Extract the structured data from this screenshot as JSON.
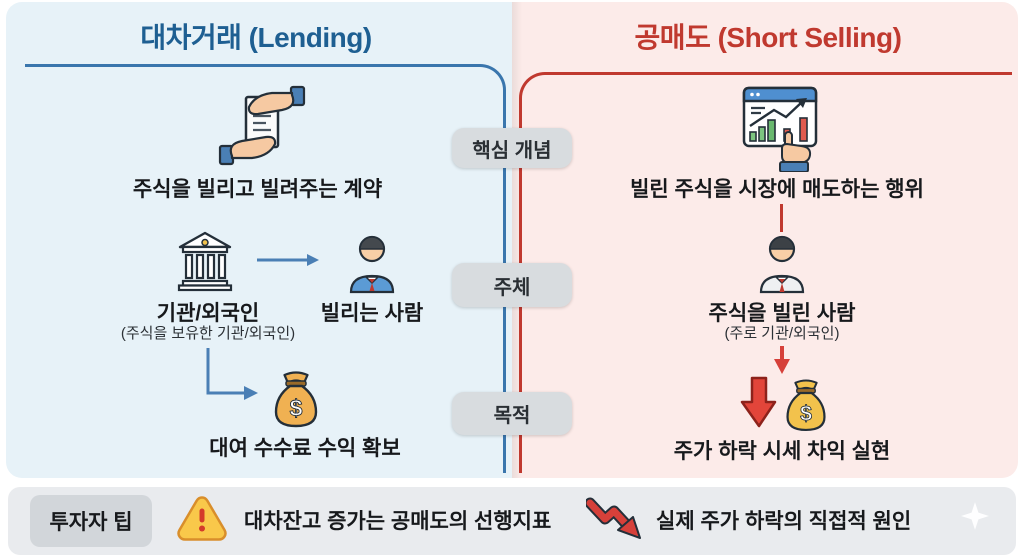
{
  "left_panel": {
    "title": "대차거래 (Lending)",
    "concept": "주식을 빌리고 빌려주는 계약",
    "subject_primary": "기관/외국인",
    "subject_primary_note": "(주식을 보유한 기관/외국인)",
    "subject_secondary": "빌리는 사람",
    "goal": "대여 수수료 수익 확보"
  },
  "right_panel": {
    "title": "공매도 (Short Selling)",
    "concept": "빌린 주식을 시장에 매도하는 행위",
    "subject": "주식을 빌린 사람",
    "subject_note": "(주로 기관/외국인)",
    "goal": "주가 하락 시세 차익 실현"
  },
  "row_labels": {
    "concept": "핵심 개념",
    "subject": "주체",
    "goal": "목적"
  },
  "footer": {
    "tip_label": "투자자 팁",
    "lending_tip": "대차잔고 증가는 공매도의 선행지표",
    "short_tip": "실제 주가 하락의 직접적 원인"
  },
  "icons": {
    "contract_hands": "hands exchanging a contract document",
    "chart_click": "browser stock chart clicked by a hand",
    "bank": "bank building",
    "person_borrower": "borrower person in blue shirt",
    "person_short_seller": "short seller person in white shirt",
    "money_bag": "money bag",
    "currency_symbol": "$",
    "warning": "warning triangle with exclamation",
    "price_drop_arrow": "red zigzag falling arrow",
    "block_down_arrow": "red block down arrow",
    "sparkle": "white sparkle"
  },
  "colors": {
    "left_bg": "#e7f2f8",
    "right_bg": "#fcebe9",
    "left_accent": "#1e5f92",
    "line_blue": "#3a76ad",
    "right_accent": "#c0392f",
    "row_label_bg": "#d8dcdf",
    "footer_bg": "#e9ebee",
    "tip_box_bg": "#d2d6da",
    "text": "#1f2328"
  }
}
